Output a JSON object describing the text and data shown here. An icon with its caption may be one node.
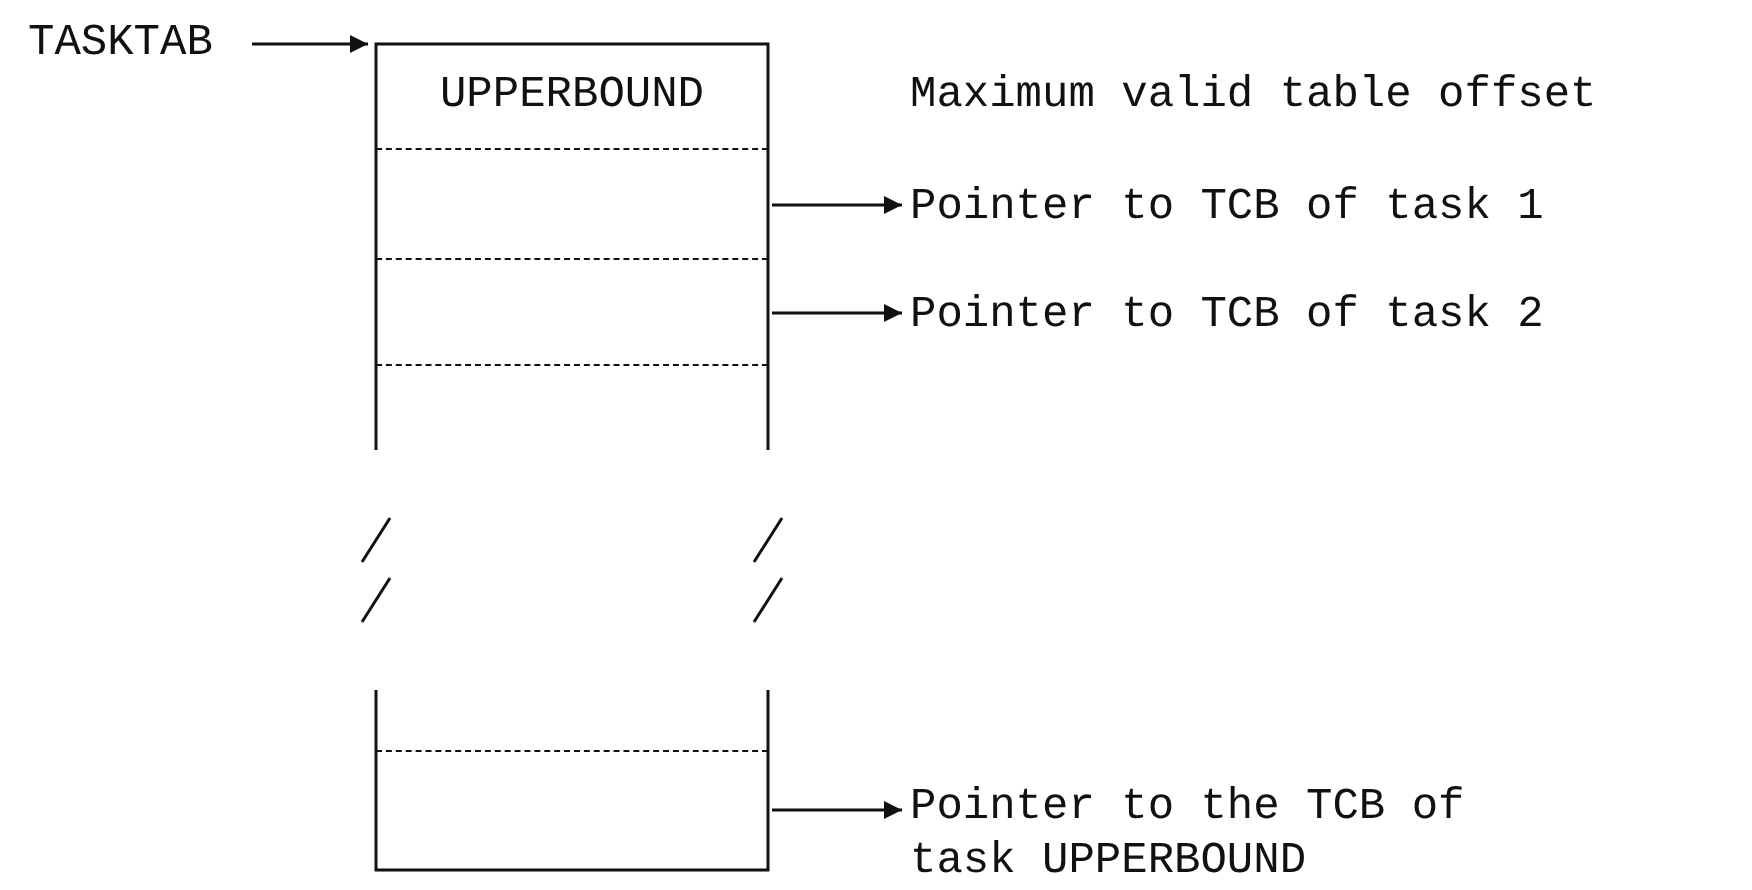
{
  "diagram": {
    "nodes": [
      {
        "text": [
          "TASKTAB"
        ]
      },
      {
        "text": [],
        "shape": "box"
      },
      {
        "text": [
          "UPPERBOUND"
        ],
        "in": 1
      },
      {
        "text": [],
        "shape": "box",
        "in": 1
      },
      {
        "text": [
          "Pointer to TCB of task 1"
        ]
      },
      {
        "text": [],
        "shape": "box",
        "in": 1
      },
      {
        "text": [
          "Pointer to TCB of task 2"
        ]
      },
      {
        "text": [],
        "shape": "box",
        "in": 1
      },
      {
        "text": [
          "Pointer to the TCB of task UPPERBOUND"
        ]
      }
    ],
    "edges": [
      {
        "from": 0,
        "to": 1,
        "arrow": "to"
      },
      {
        "from": 3,
        "to": 4,
        "arrow": "to"
      },
      {
        "from": 5,
        "to": 6,
        "arrow": "to"
      },
      {
        "from": 7,
        "to": 8,
        "arrow": "to"
      }
    ],
    "labels": [
      "Maximum valid table offset"
    ]
  }
}
